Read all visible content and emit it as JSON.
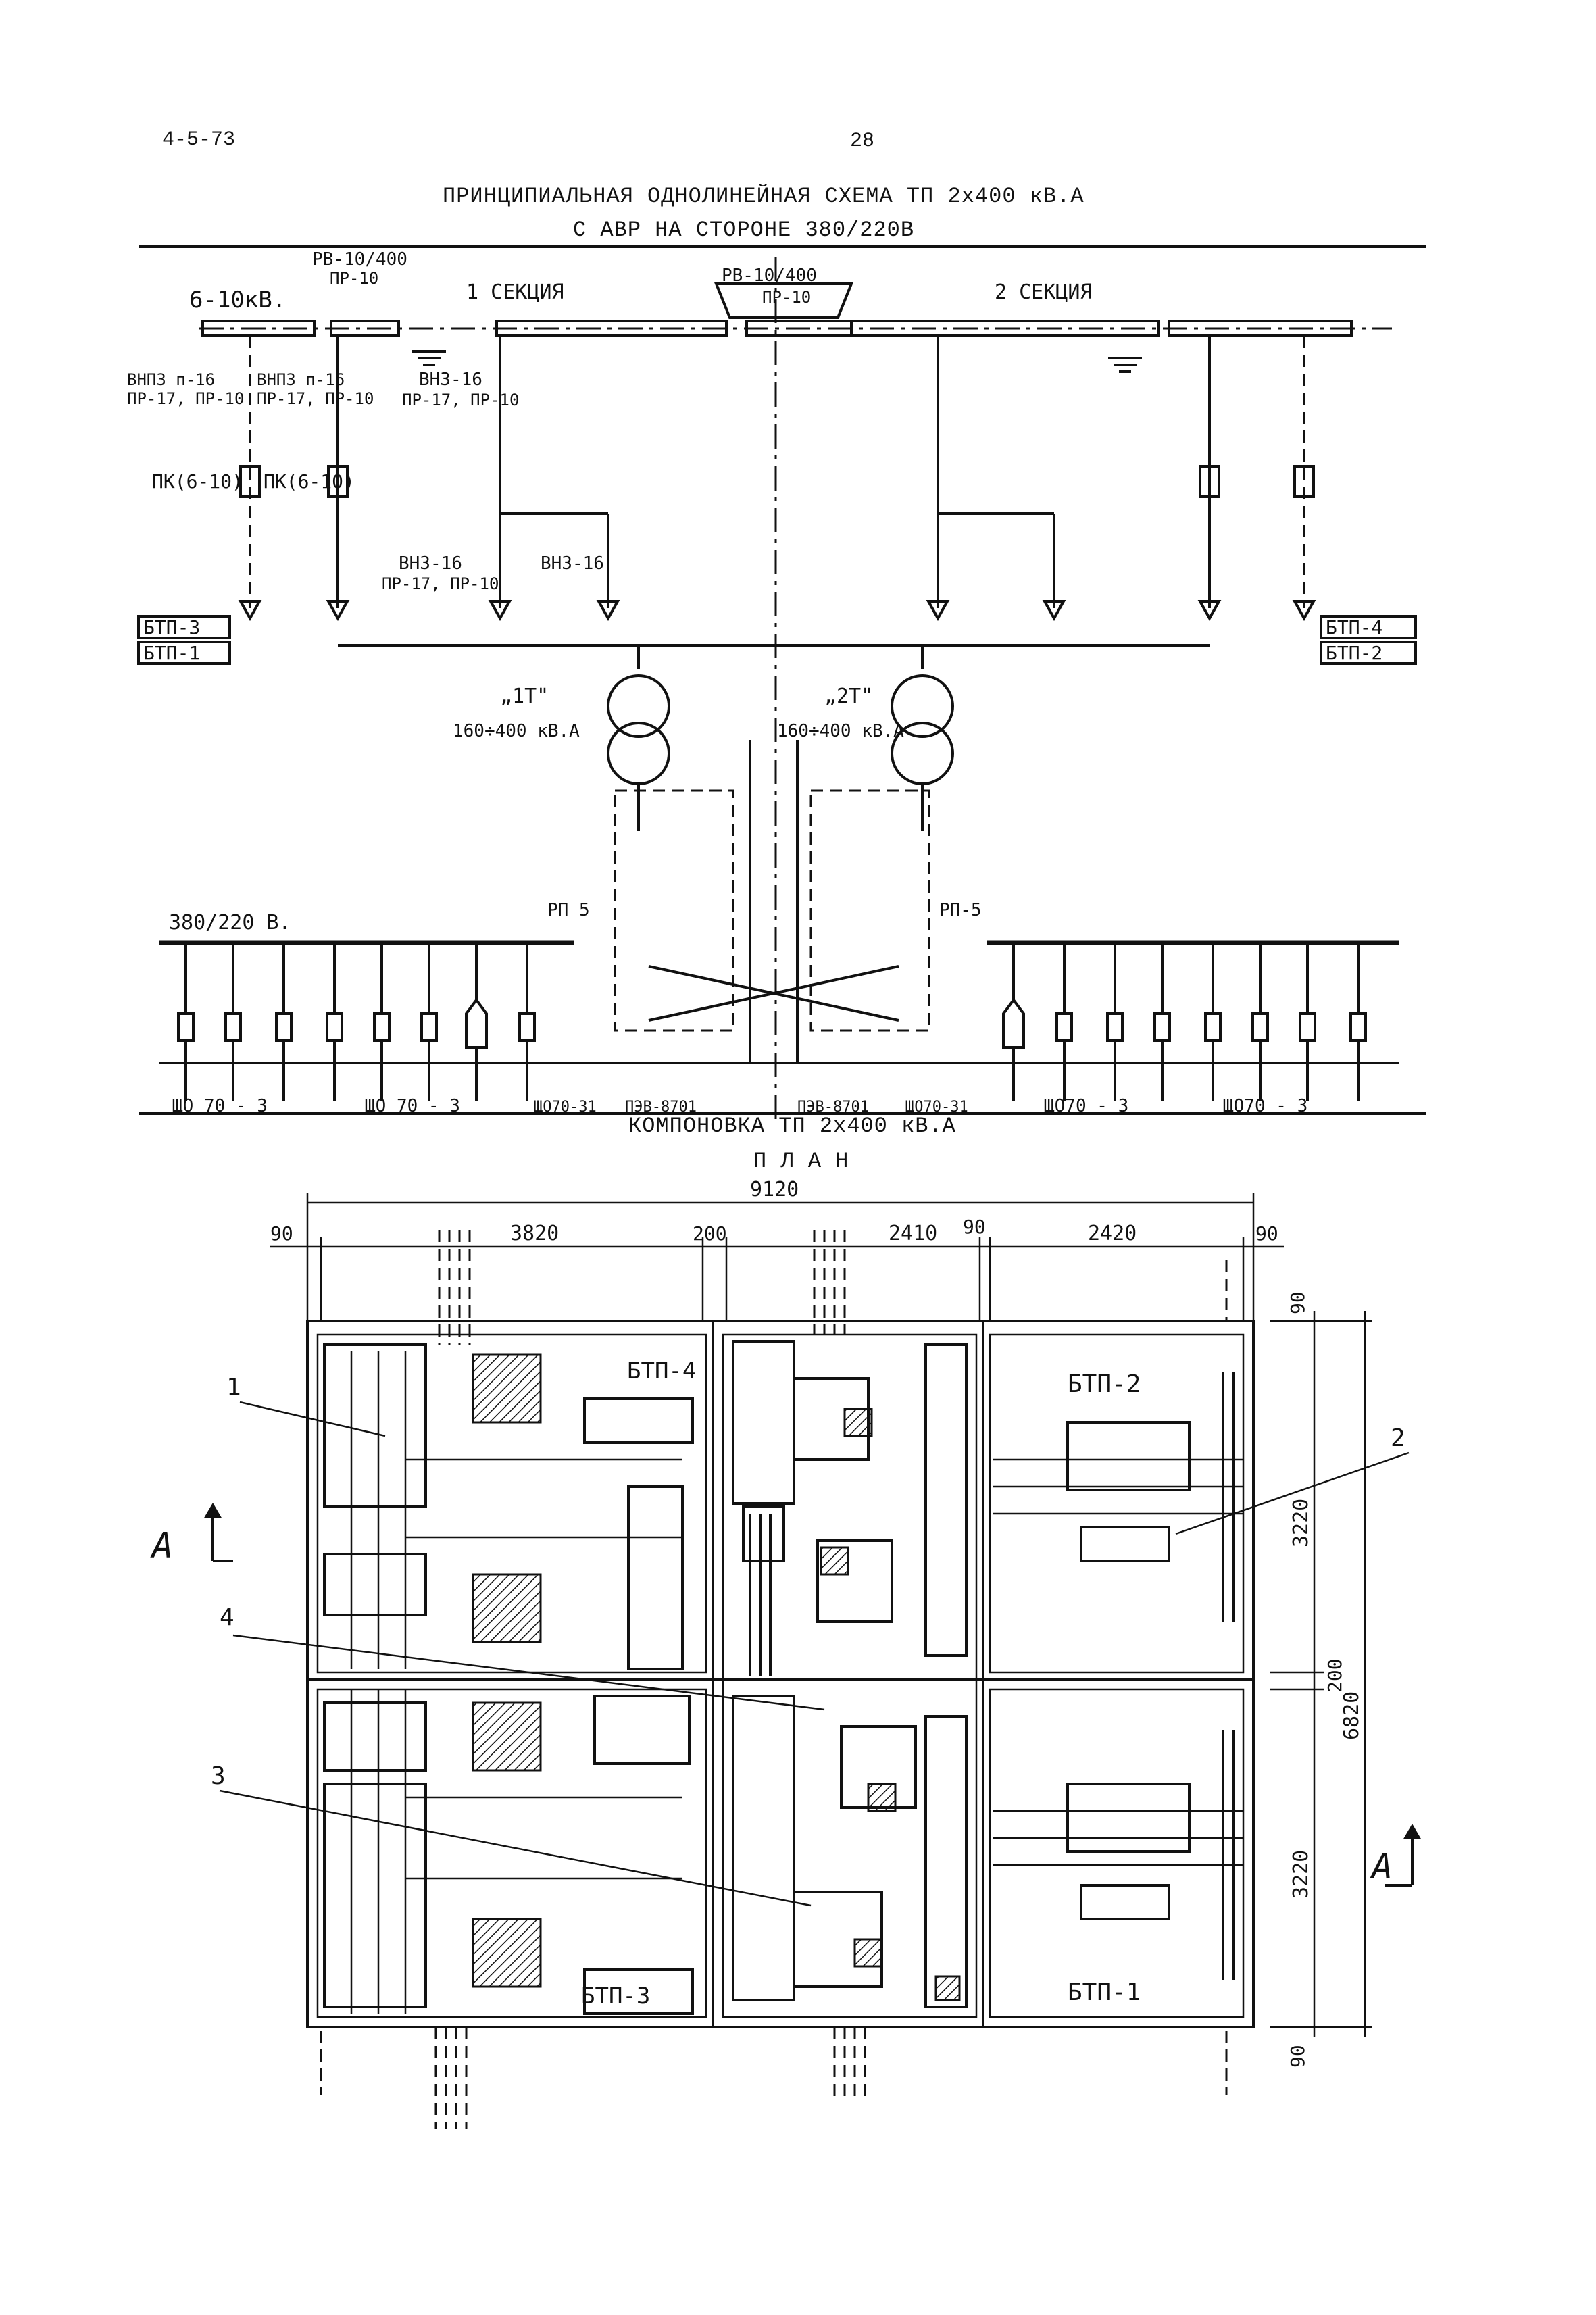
{
  "header": {
    "doc_code": "4-5-73",
    "page_number": "28"
  },
  "schema": {
    "title_line1": "ПРИНЦИПИАЛЬНАЯ ОДНОЛИНЕЙНАЯ СХЕМА ТП 2х400 кВ.А",
    "title_line2": "С АВР НА СТОРОНЕ 380/220В",
    "hv_voltage": "6-10кВ.",
    "section_1": "1 СЕКЦИЯ",
    "section_2": "2 СЕКЦИЯ",
    "disconnector_left_top": "РВ-10/400",
    "disconnector_left_bottom": "ПР-10",
    "disconnector_mid_top": "РВ-10/400",
    "disconnector_mid_bottom": "ПР-10",
    "load_switch_fused_top_a": "ВНП3 п-16",
    "load_switch_fused_bottom_a": "ПР-17, ПР-10",
    "load_switch_fused_top_b": "ВНП3 п-16",
    "load_switch_fused_bottom_b": "ПР-17, ПР-10",
    "load_switch_top": "ВН3-16",
    "load_switch_bottom": "ПР-17, ПР-10",
    "fuse_a": "ПК(6-10)",
    "fuse_b": "ПК(6-10)",
    "feeder_switch_top": "ВН3-16",
    "feeder_switch_bottom": "ПР-17, ПР-10",
    "feeder_switch_2": "ВН3-16",
    "block_btp3": "БТП-3",
    "block_btp1": "БТП-1",
    "block_btp4": "БТП-4",
    "block_btp2": "БТП-2",
    "transformer_1": "„1Т\"",
    "transformer_1_rating": "160÷400 кВ.А",
    "transformer_2": "„2Т\"",
    "transformer_2_rating": "160÷400 кВ.А",
    "lv_voltage": "380/220 В.",
    "breaker_left": "РП 5",
    "breaker_right": "РП-5",
    "panel_1": "ЩО 70 - 3",
    "panel_2": "ЩО 70 - 3",
    "panel_3": "ЩО70-31",
    "panel_4": "ПЭВ-8701",
    "panel_5": "ПЭВ-8701",
    "panel_6": "ЩО70-31",
    "panel_7": "ЩО70 - 3",
    "panel_8": "ЩО70 - 3"
  },
  "layout_plan": {
    "title_line1": "КОМПОНОВКА ТП 2х400 кВ.А",
    "title_line2": "П Л А Н",
    "dim_total_width": "9120",
    "dim_left": "3820",
    "dim_mid_gap": "200",
    "dim_mid": "2410",
    "dim_right": "2420",
    "dim_edge_left": "90",
    "dim_edge_mid": "90",
    "dim_edge_right": "90",
    "dim_top": "90",
    "dim_height_top": "3220",
    "dim_height_mid": "200",
    "dim_height_total": "6820",
    "dim_height_bottom": "3220",
    "dim_bottom": "90",
    "room_btp4": "БТП-4",
    "room_btp2": "БТП-2",
    "room_btp3": "БТП-3",
    "room_btp1": "БТП-1",
    "callout_1": "1",
    "callout_2": "2",
    "callout_3": "3",
    "callout_4": "4",
    "section_mark_left": "А",
    "section_mark_right": "А"
  }
}
